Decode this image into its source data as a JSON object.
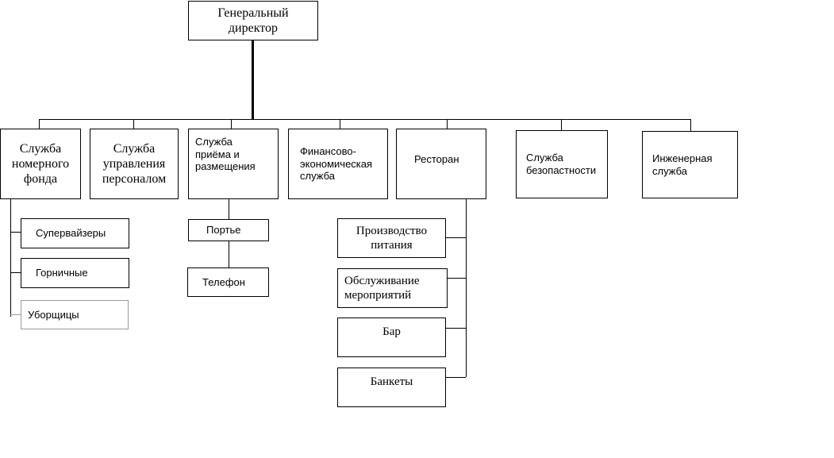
{
  "chart": {
    "root": "Генеральный\nдиректор",
    "departments": [
      "Служба\nномерного\nфонда",
      "Служба\nуправления\nперсоналом",
      "Служба\nприёма и\nразмещения",
      "Финансово-\nэкономическая\nслужба",
      "Ресторан",
      "Служба\nбезопастности",
      "Инженерная\nслужба"
    ],
    "room_service_units": [
      "Супервайзеры",
      "Горничные",
      "Уборщицы"
    ],
    "reception_units": [
      "Портье",
      "Телефон"
    ],
    "restaurant_units": [
      "Производство\nпитания",
      "Обслуживание\nмероприятий",
      "Бар",
      "Банкеты"
    ]
  }
}
